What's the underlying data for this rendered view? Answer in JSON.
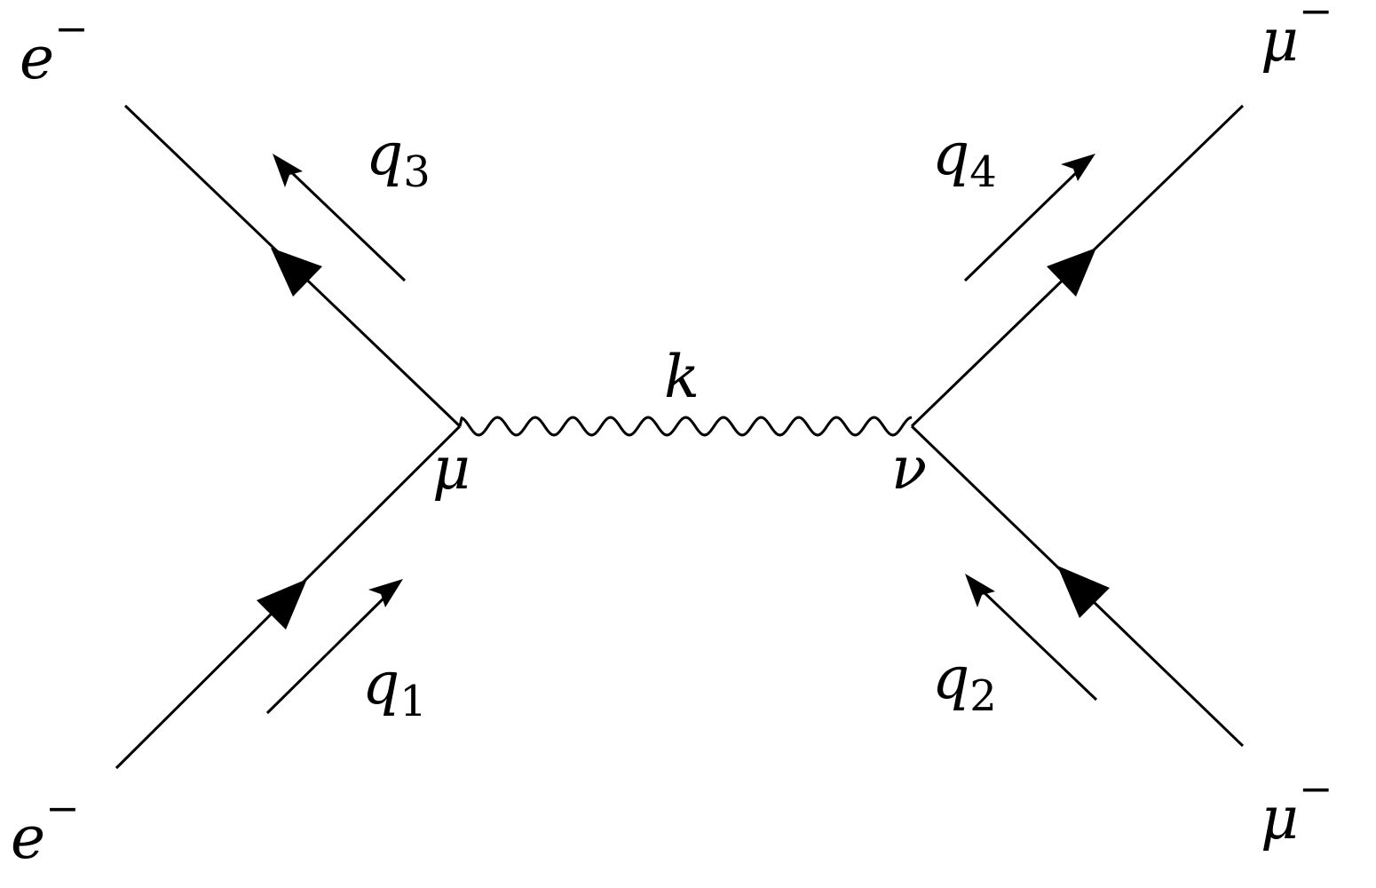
{
  "diagram": {
    "type": "feynman",
    "particles": {
      "in_left": {
        "name": "e",
        "charge": "−"
      },
      "out_left": {
        "name": "e",
        "charge": "−"
      },
      "out_right": {
        "name": "μ",
        "charge": "−"
      },
      "in_right": {
        "name": "μ",
        "charge": "−"
      }
    },
    "momenta": {
      "q1": {
        "symbol": "q",
        "index": "1"
      },
      "q2": {
        "symbol": "q",
        "index": "2"
      },
      "q3": {
        "symbol": "q",
        "index": "3"
      },
      "q4": {
        "symbol": "q",
        "index": "4"
      }
    },
    "propagator": {
      "label": "k"
    },
    "vertices": {
      "left": {
        "label": "μ"
      },
      "right": {
        "label": "ν"
      }
    }
  }
}
